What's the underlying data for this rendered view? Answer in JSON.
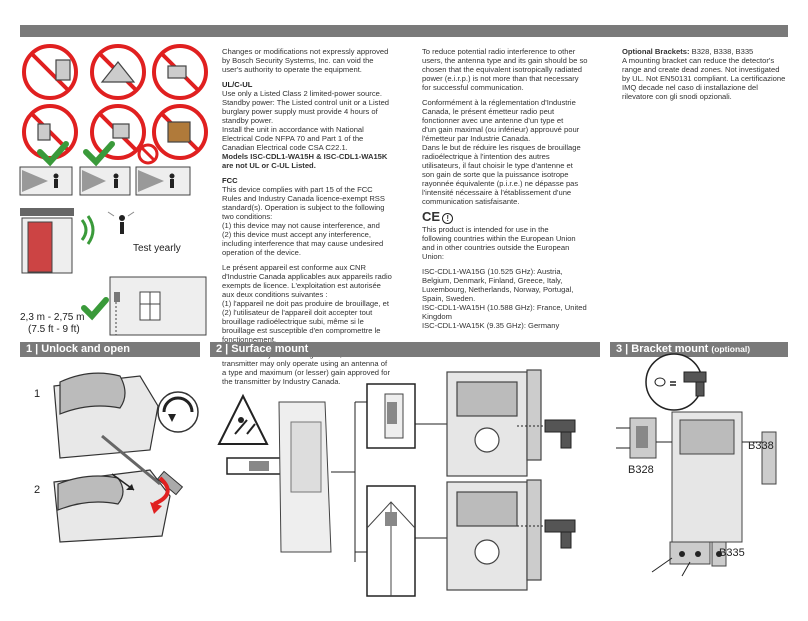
{
  "header_bar": "",
  "left_panel": {
    "test_label": "Test yearly",
    "height_m": "2,3 m - 2,75 m",
    "height_ft": "(7.5 ft - 9 ft)"
  },
  "col1": {
    "changes": "Changes or modifications not expressly approved\nby Bosch Security Systems, Inc. can void the\nuser's authority to operate the equipment.",
    "ul_heading": "UL/C-UL",
    "ul_body": "Use only a Listed Class 2 limited-power source.\nStandby power: The Listed control unit or a Listed\nburglary power supply must provide 4 hours of\nstandby power.\nInstall the unit in accordance with National\nElectrical Code NFPA 70 and Part 1 of the\nCanadian Electrical code CSA C22.1.",
    "ul_models": "Models ISC-CDL1-WA15H & ISC-CDL1-WA15K\nare not UL or C-UL Listed.",
    "fcc_heading": "FCC",
    "fcc_body": "This device complies with part 15 of the FCC\nRules and Industry Canada licence-exempt RSS\nstandard(s). Operation is subject to the following\ntwo conditions:\n(1) this device may not cause interference, and\n(2) this device must accept any interference,\nincluding interference that may cause undesired\noperation of the device.",
    "fr_body": "Le présent appareil est conforme aux CNR\nd'Industrie Canada applicables aux appareils radio\nexempts de licence. L'exploitation est autorisée\naux deux conditions suivantes :\n(1) l'appareil ne doit pas produire de brouillage, et\n(2) l'utilisateur de l'appareil doit accepter tout\nbrouillage radioélectrique subi, même si le\nbrouillage est susceptible d'en compromettre le\nfonctionnement.",
    "ic_body": "Under Industry Canada regulations, this radio\ntransmitter may only operate using an antenna of\na type and maximum (or lesser) gain approved for\nthe transmitter by Industry Canada."
  },
  "col2": {
    "reduce": "To reduce potential radio interference to other\nusers, the antenna type and its gain should be so\nchosen that the equivalent isotropically radiated\npower (e.i.r.p.) is not more than that necessary\nfor successful communication.",
    "fr_reduce": "Conformément à la réglementation d'Industrie\nCanada, le présent émetteur radio peut\nfonctionner avec une antenne d'un type et\nd'un gain maximal (ou inférieur) approuvé pour\nl'émetteur par Industrie Canada.\nDans le but de réduire les risques de brouillage\nradioélectrique à l'intention des autres\nutilisateurs, il faut choisir le type d'antenne et\nson gain de sorte que la puissance isotrope\nrayonnée équivalente (p.i.r.e.) ne dépasse pas\nl'intensité nécessaire à l'établissement d'une\ncommunication satisfaisante.",
    "ce_mark": "CE",
    "ce_body": "This product is intended for use in the\nfollowing countries within the European Union\nand in other countries outside the European\nUnion:",
    "freq_list": "ISC-CDL1-WA15G (10.525 GHz):   Austria,\nBelgium, Denmark, Finland, Greece, Italy,\nLuxembourg, Netherlands, Norway, Portugal,\nSpain, Sweden.\nISC-CDL1-WA15H (10.588 GHz):  France, United\nKingdom\nISC-CDL1-WA15K (9.35 GHz):   Germany"
  },
  "col3": {
    "heading": "Optional Brackets:",
    "models": " B328, B338, B335",
    "body": "A mounting bracket can reduce the detector's\nrange and create dead zones. Not investigated\nby UL. Not EN50131 compliant. La certificazione\nIMQ decade nel caso di installazione del\nrilevatore con gli snodi opzionali."
  },
  "sections": [
    {
      "label": "1 |  Unlock and open",
      "sub": ""
    },
    {
      "label": "2 |  Surface mount",
      "sub": ""
    },
    {
      "label": "3 | Bracket mount ",
      "sub": "(optional)"
    }
  ],
  "steps": {
    "one": "1",
    "two": "2"
  },
  "brackets": {
    "b338": "B338",
    "b328": "B328",
    "b335": "B335"
  },
  "colors": {
    "bar": "#7a7a7a",
    "check": "#3a9a3a",
    "prohibit": "#e02020"
  }
}
